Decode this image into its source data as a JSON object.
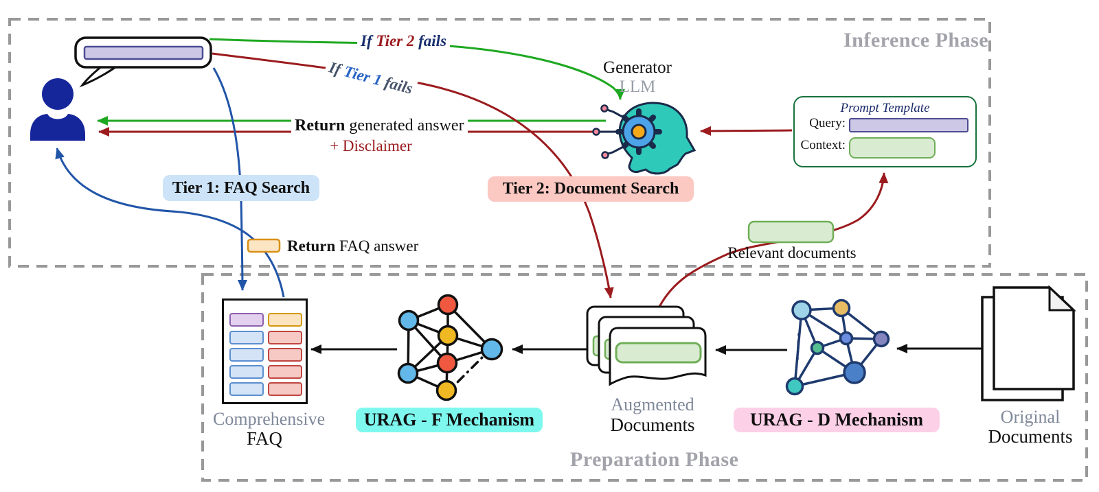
{
  "phases": {
    "inference": "Inference Phase",
    "preparation": "Preparation Phase"
  },
  "labels": {
    "if_tier2": {
      "if_word": "If ",
      "tier": "Tier 2",
      "fails": " fails"
    },
    "if_tier1": {
      "if_word": "If ",
      "tier": "Tier 1",
      "fails": " fails"
    },
    "return_generated": {
      "bold": "Return",
      "rest": " generated answer"
    },
    "disclaimer": "+ Disclaimer",
    "return_faq": {
      "bold": "Return",
      "rest": " FAQ answer"
    },
    "relevant_documents": "Relevant documents",
    "generator": "Generator",
    "llm": "LLM"
  },
  "badges": {
    "tier1": "Tier 1: FAQ Search",
    "tier2": "Tier 2: Document Search",
    "urag_f": "URAG - F Mechanism",
    "urag_d": "URAG - D Mechanism"
  },
  "prompt_template": {
    "title": "Prompt Template",
    "query_label": "Query:",
    "context_label": "Context:"
  },
  "nodes": {
    "faq": {
      "line1": "Comprehensive",
      "line2": "FAQ"
    },
    "augmented": {
      "line1": "Augmented",
      "line2": "Documents"
    },
    "original": {
      "line1": "Original",
      "line2": "Documents"
    }
  },
  "colors": {
    "green_flow": "#1ea821",
    "red_flow": "#9b1b1e",
    "blue_flow": "#2155a8",
    "tier1_bg": "#cde3f8",
    "tier2_bg": "#fbc8c2",
    "urag_f_bg": "#7ef8ee",
    "urag_d_bg": "#fcd0e6",
    "query_bar": "#ccc8e6",
    "context_bar": "#d9ebd1",
    "faq_answer_bar": "#fbe5c2",
    "user_icon": "#15259a",
    "dashed_border": "#999999"
  }
}
